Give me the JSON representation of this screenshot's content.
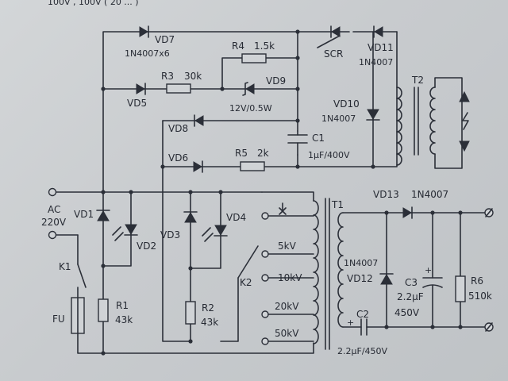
{
  "header_fragment": "100V , 100V ( 20 ... )",
  "labels": {
    "vd7": "VD7",
    "vd7_part": "1N4007x6",
    "r4": "R4",
    "r4_val": "1.5k",
    "scr": "SCR",
    "vd11": "VD11",
    "vd11_part": "1N4007",
    "r3": "R3",
    "r3_val": "30k",
    "vd5": "VD5",
    "vd9": "VD9",
    "vd9_val": "12V/0.5W",
    "t2": "T2",
    "vd10": "VD10",
    "vd10_part": "1N4007",
    "vd8": "VD8",
    "c1": "C1",
    "c1_val": "1μF/400V",
    "vd6": "VD6",
    "r5": "R5",
    "r5_val": "2k",
    "ac": "AC",
    "ac_val": "220V",
    "vd1": "VD1",
    "vd2": "VD2",
    "vd3": "VD3",
    "vd4": "VD4",
    "k1": "K1",
    "k2": "K2",
    "fu": "FU",
    "r1": "R1",
    "r1_val": "43k",
    "r2": "R2",
    "r2_val": "43k",
    "t1": "T1",
    "tap_5kv": "5kV",
    "tap_10kv": "10kV",
    "tap_20kv": "20kV",
    "tap_50kv": "50kV",
    "vd13": "VD13",
    "vd13_part": "1N4007",
    "vd12_part": "1N4007",
    "vd12": "VD12",
    "c3": "C3",
    "c3_val": "2.2μF",
    "c3_v": "450V",
    "r6": "R6",
    "r6_val": "510k",
    "c2": "C2",
    "c2_val": "2.2μF/450V",
    "plus": "+"
  },
  "icons": {
    "discharge": "spark-gap-icon",
    "arrow_up": "arrow-up-icon",
    "arrow_down": "arrow-down-icon",
    "lightning": "lightning-icon"
  },
  "colors": {
    "ink": "#2b2f38",
    "paper": "#cfd2d5"
  }
}
